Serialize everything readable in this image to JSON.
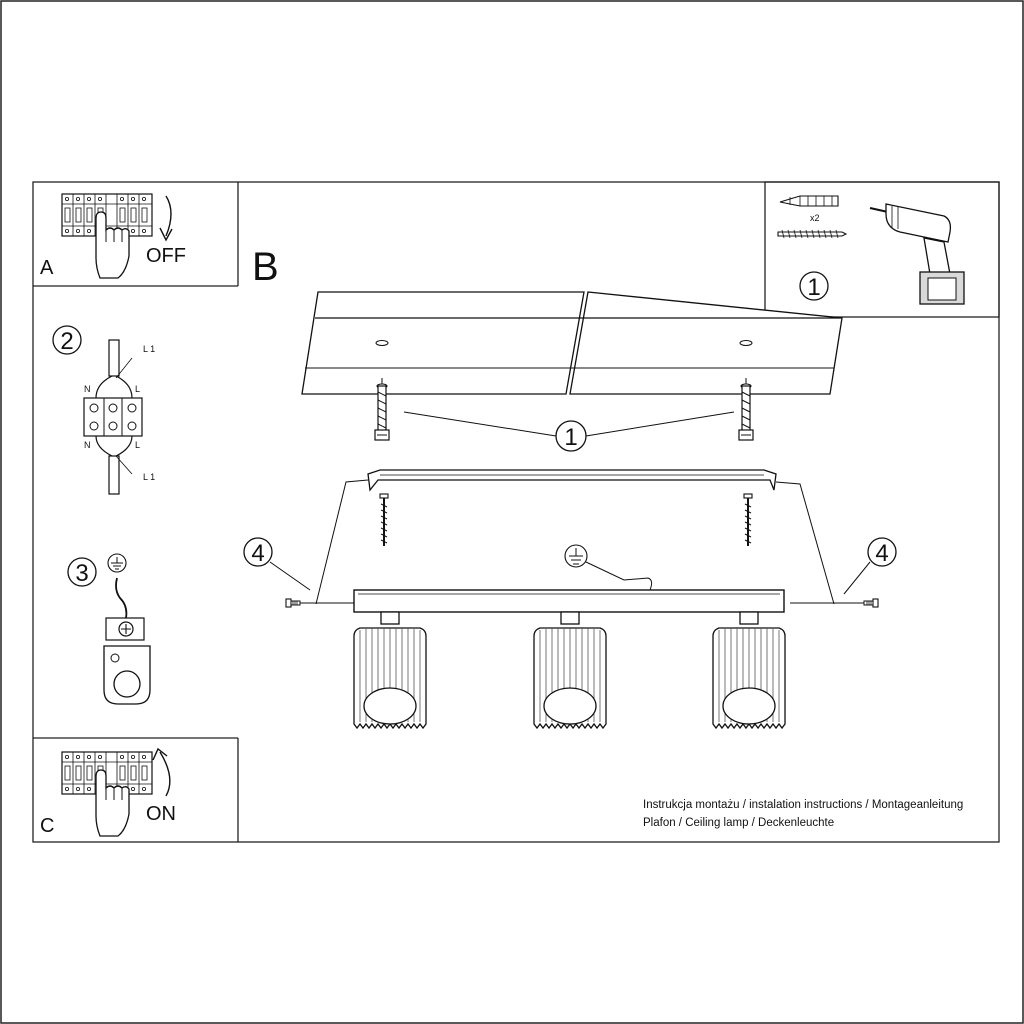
{
  "panel_a": {
    "letter": "A",
    "action": "OFF"
  },
  "panel_c": {
    "letter": "C",
    "action": "ON"
  },
  "panel_b": {
    "letter": "B"
  },
  "step_markers": {
    "step1": "1",
    "step2": "2",
    "step3": "3",
    "step4": "4"
  },
  "tools_box": {
    "anchor_count": "x2",
    "step": "1"
  },
  "wiring": {
    "l1_top": "L 1",
    "l1_bottom": "L 1",
    "n": "N",
    "l": "L"
  },
  "footer": {
    "line1": "Instrukcja montażu / instalation instructions / Montageanleitung",
    "line2": "Plafon / Ceiling lamp / Deckenleuchte"
  },
  "colors": {
    "line": "#1a1a1a",
    "paper": "#ffffff",
    "battery": "#d9d9d9"
  }
}
